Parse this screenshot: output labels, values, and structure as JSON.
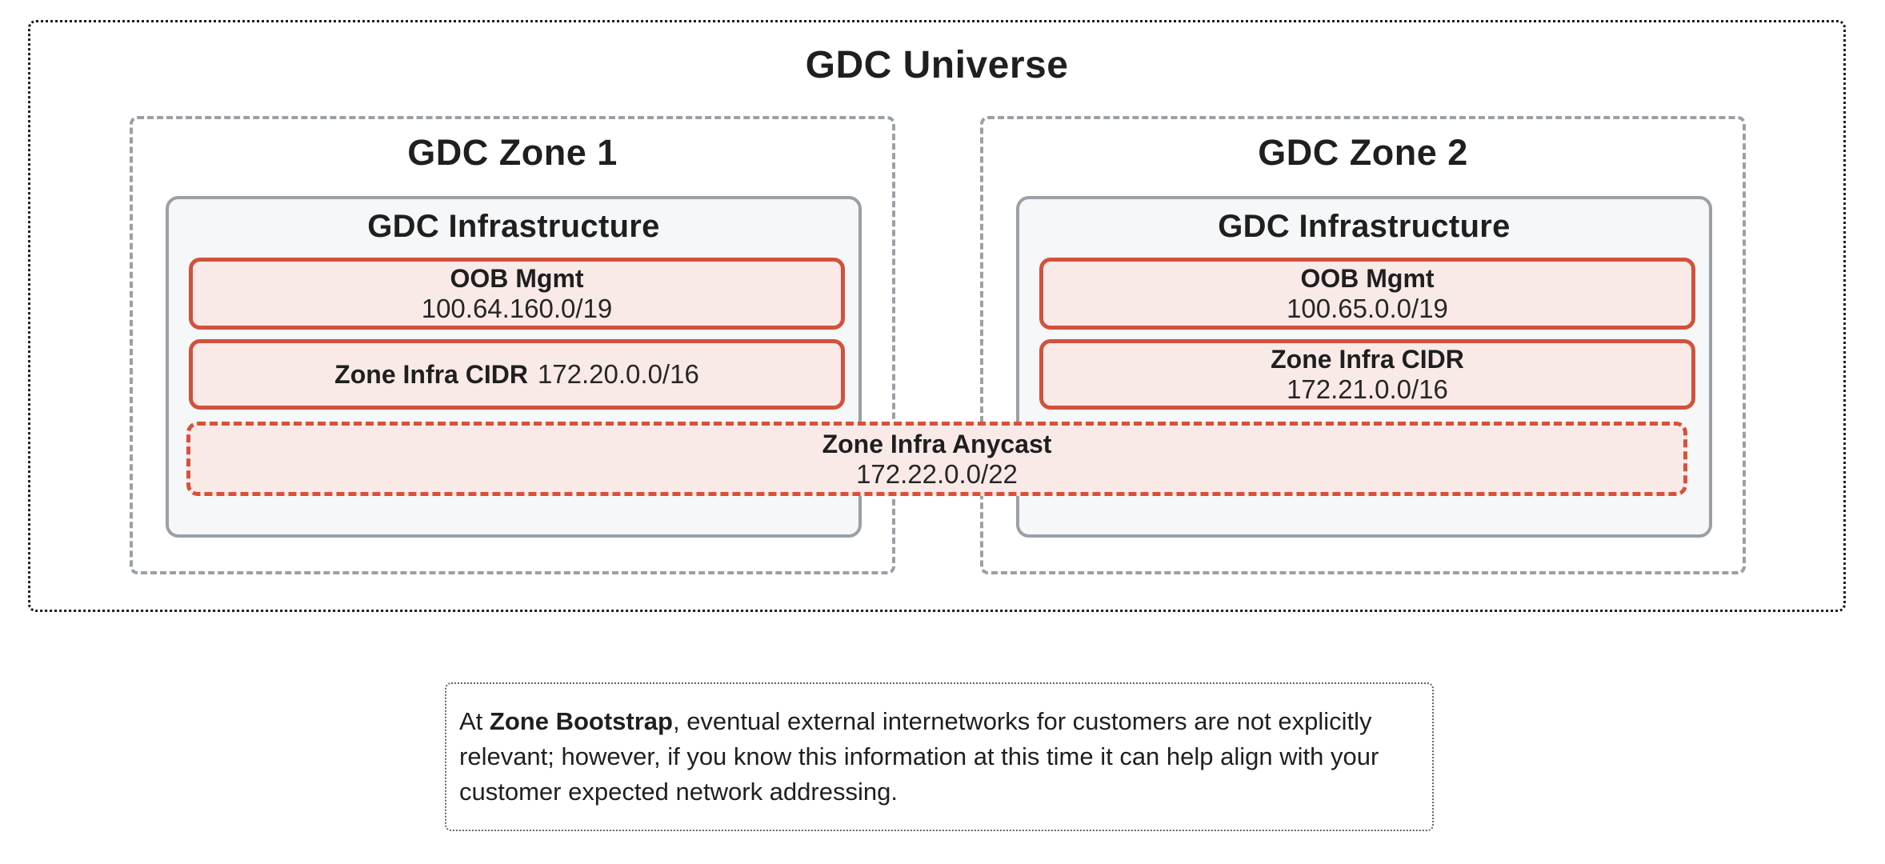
{
  "universe": {
    "title": "GDC Universe"
  },
  "zones": [
    {
      "title": "GDC Zone 1",
      "infrastructure": {
        "title": "GDC Infrastructure",
        "oob": {
          "label": "OOB Mgmt",
          "cidr": "100.64.160.0/19"
        },
        "zone_infra": {
          "label": "Zone Infra CIDR",
          "cidr": "172.20.0.0/16",
          "layout": "inline"
        }
      }
    },
    {
      "title": "GDC Zone 2",
      "infrastructure": {
        "title": "GDC Infrastructure",
        "oob": {
          "label": "OOB Mgmt",
          "cidr": "100.65.0.0/19"
        },
        "zone_infra": {
          "label": "Zone Infra CIDR",
          "cidr": "172.21.0.0/16",
          "layout": "stacked"
        }
      }
    }
  ],
  "anycast": {
    "label": "Zone Infra Anycast",
    "cidr": "172.22.0.0/22"
  },
  "note": {
    "prefix": "At ",
    "bold": "Zone Bootstrap",
    "rest": ", eventual external internetworks for customers are not explicitly relevant; however, if you know this information at this time it can help align with your customer expected network addressing."
  },
  "colors": {
    "red_border_solid": "#d2513d",
    "red_border_dashed": "#d9503b",
    "red_fill": "#f9eae7",
    "gray_border": "#9aa0a6",
    "infra_fill": "#f5f7f8",
    "outer_dotted": "#1b1b1b",
    "note_dotted": "#5f6368",
    "text": "#1f1f1f"
  }
}
